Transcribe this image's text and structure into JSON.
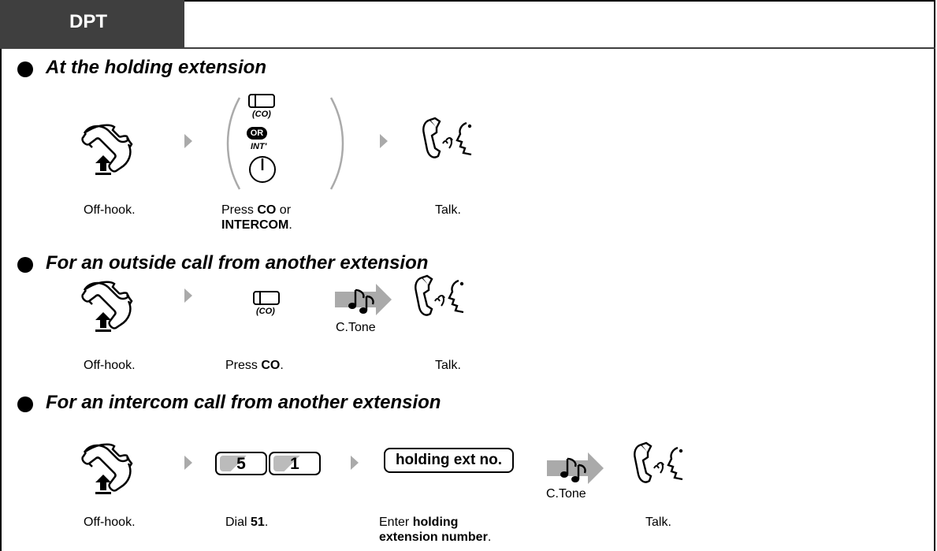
{
  "tab": {
    "label": "DPT"
  },
  "sections": {
    "s1": {
      "heading": "At the holding extension",
      "cap_offhook": "Off-hook.",
      "cap_press_1": "Press ",
      "cap_press_co": "CO",
      "cap_press_or": " or",
      "cap_press_intercom": "INTERCOM",
      "cap_press_end": ".",
      "cap_talk": "Talk.",
      "co_label": "(CO)",
      "or_label": "OR",
      "int_label": "INT'"
    },
    "s2": {
      "heading": "For an outside call from another extension",
      "cap_offhook": "Off-hook.",
      "cap_press_1": "Press ",
      "cap_press_co": "CO",
      "cap_press_end": ".",
      "tone": "C.Tone",
      "cap_talk": "Talk.",
      "co_label": "(CO)"
    },
    "s3": {
      "heading": "For an intercom call from another extension",
      "key_5": "5",
      "key_1": "1",
      "holding_key": "holding ext no.",
      "tone": "C.Tone",
      "cap_offhook": "Off-hook.",
      "cap_dial_1": "Dial ",
      "cap_dial_num": "51",
      "cap_dial_end": ".",
      "cap_enter_1": "Enter ",
      "cap_enter_b1": "holding",
      "cap_enter_b2": "extension number",
      "cap_enter_end": ".",
      "cap_talk": "Talk."
    }
  },
  "icons": {
    "handset": "offhook-handset-icon",
    "arrow": "next-step-arrow-icon",
    "talk": "talking-person-icon",
    "co": "co-button-icon",
    "intercom": "intercom-button-icon",
    "tone": "confirmation-tone-icon"
  }
}
